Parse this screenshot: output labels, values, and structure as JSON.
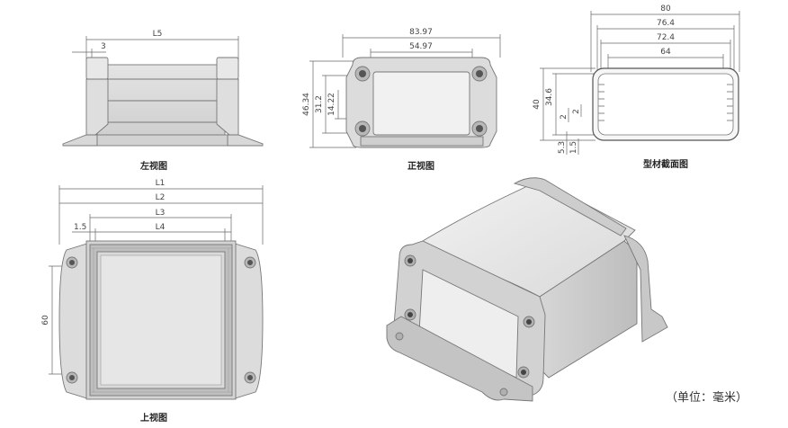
{
  "views": {
    "left": {
      "caption": "左视图",
      "dim_top": "L5",
      "dim_small": "3"
    },
    "front": {
      "caption": "正视图",
      "dim_w1": "83.97",
      "dim_w2": "54.97",
      "dim_h1": "46.34",
      "dim_h2": "31.2",
      "dim_h3": "14.22"
    },
    "section": {
      "caption": "型材截面图",
      "dim_w1": "80",
      "dim_w2": "76.4",
      "dim_w3": "72.4",
      "dim_w4": "64",
      "dim_h1": "40",
      "dim_h2": "34.6",
      "dim_h3": "2",
      "dim_h4": "2",
      "dim_h5": "5.3",
      "dim_h6": "1.5"
    },
    "top": {
      "caption": "上视图",
      "dim_l1": "L1",
      "dim_l2": "L2",
      "dim_l3": "L3",
      "dim_l4": "L4",
      "dim_small": "1.5",
      "dim_h": "60"
    }
  },
  "unit_note": "（单位：毫米）"
}
